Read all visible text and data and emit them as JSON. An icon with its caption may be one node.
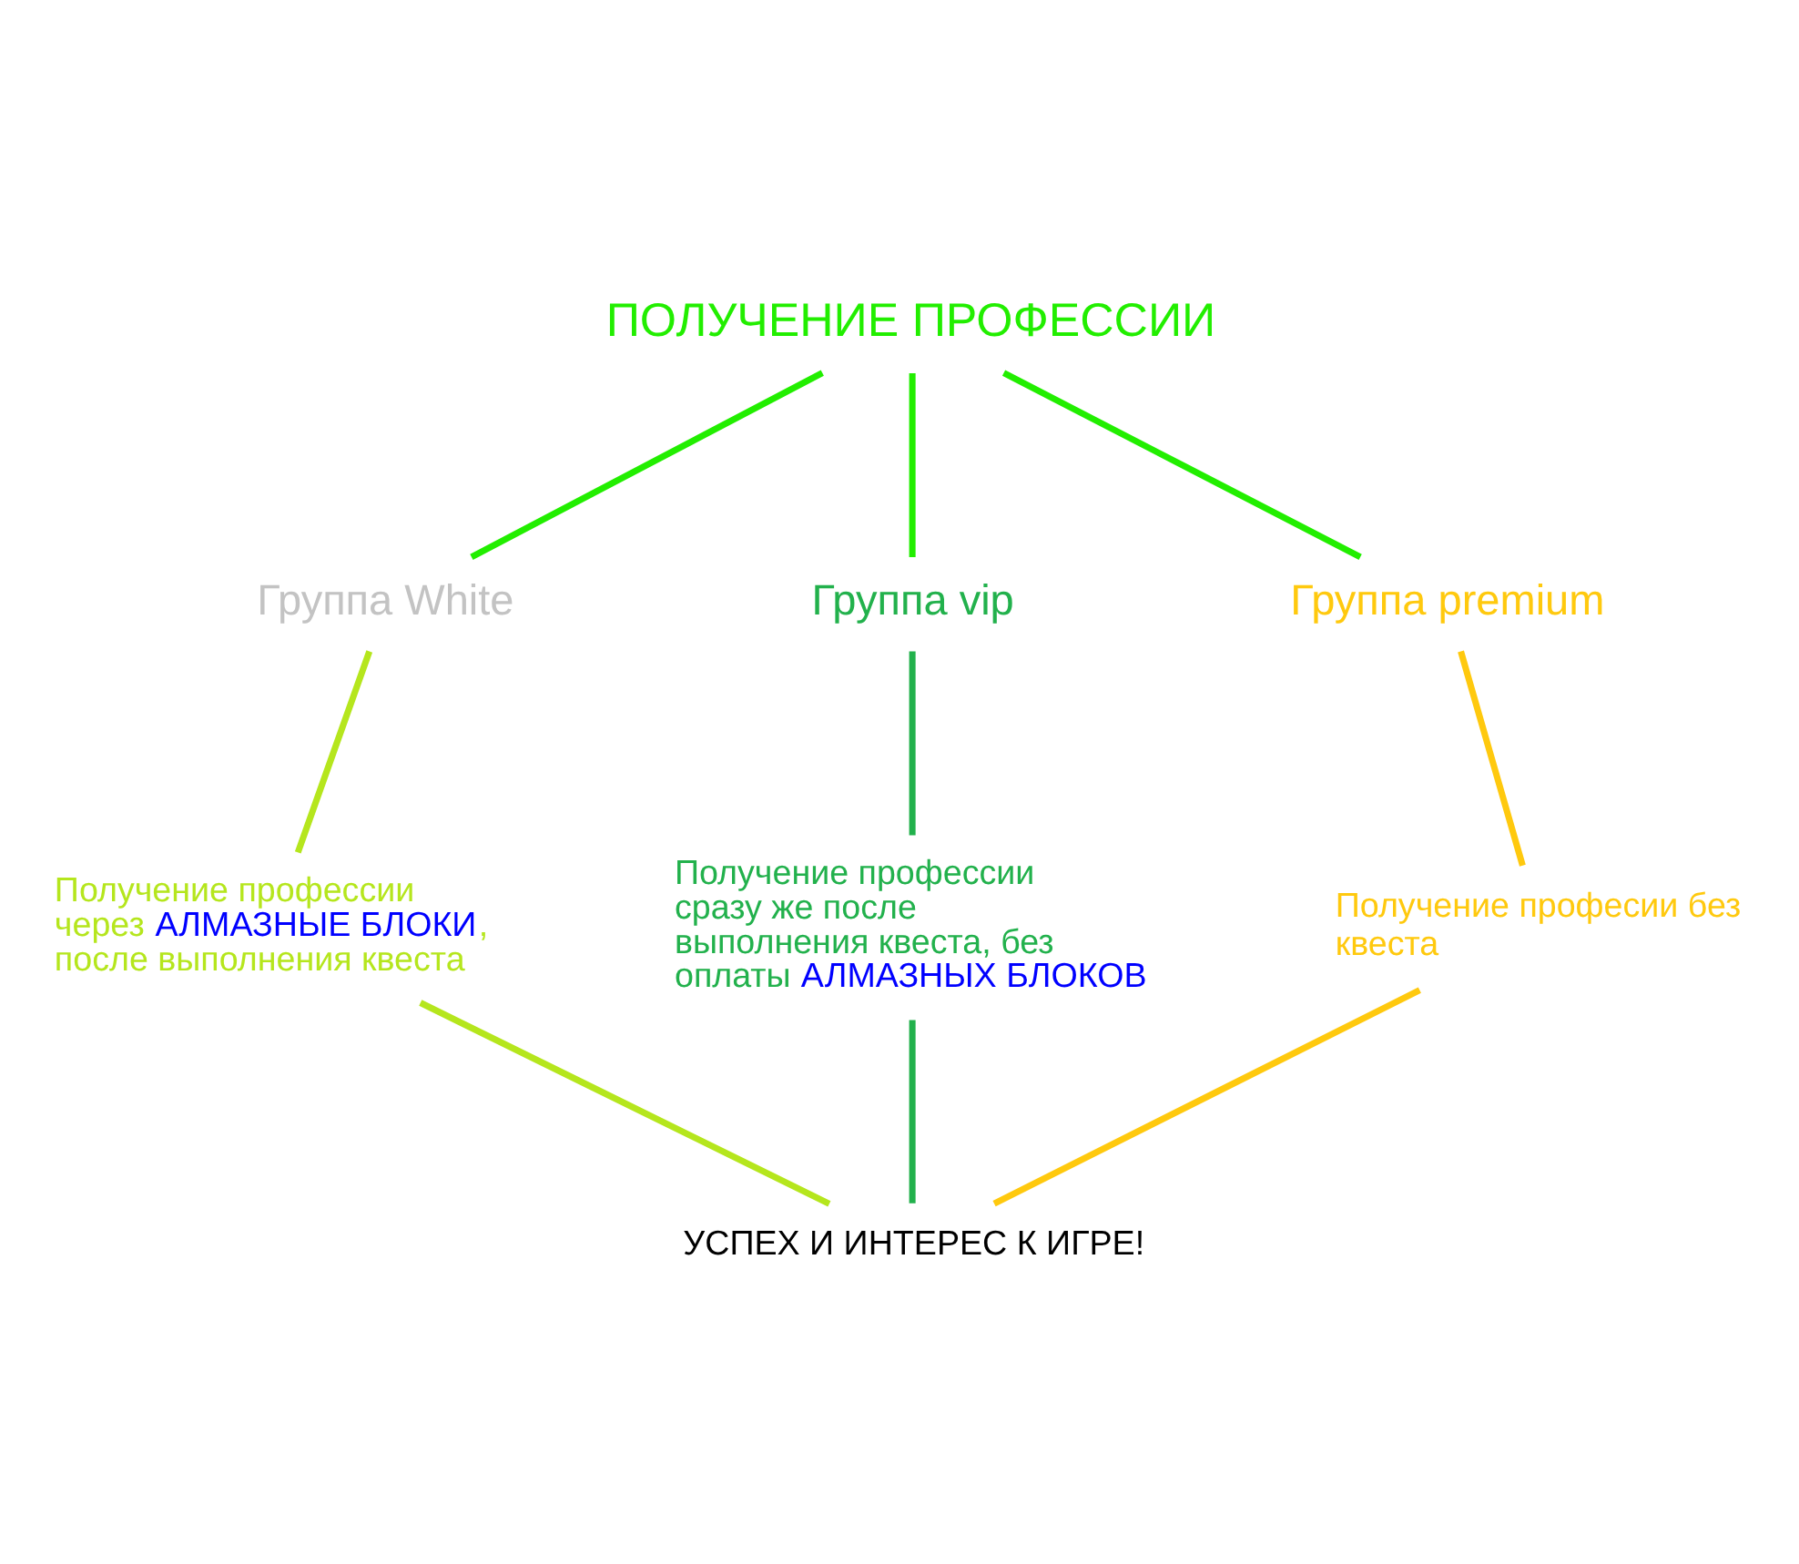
{
  "diagram": {
    "nodes": [
      {
        "text": [
          "ПОЛУЧЕНИЕ ПРОФЕССИИ"
        ]
      },
      {
        "text": [
          "Группа White"
        ]
      },
      {
        "text": [
          "Группа vip"
        ]
      },
      {
        "text": [
          "Группа premium"
        ]
      },
      {
        "text": [
          "Получение профессии через **АЛМАЗНЫЕ БЛОКИ**, после выполнения квеста"
        ]
      },
      {
        "text": [
          "Получение профессии сразу же после выполнения квеста, без оплаты **АЛМАЗНЫХ БЛОКОВ**"
        ]
      },
      {
        "text": [
          "Получение професии без квеста"
        ]
      },
      {
        "text": [
          "УСПЕХ И ИНТЕРЕС К ИГРЕ!"
        ]
      }
    ],
    "edges": [
      {
        "from": 0,
        "to": 1,
        "arrow": "none",
        "color": "#22ee00"
      },
      {
        "from": 0,
        "to": 2,
        "arrow": "none",
        "color": "#22ee00"
      },
      {
        "from": 0,
        "to": 3,
        "arrow": "none",
        "color": "#22ee00"
      },
      {
        "from": 1,
        "to": 4,
        "arrow": "none",
        "color": "#b5e61d"
      },
      {
        "from": 2,
        "to": 5,
        "arrow": "none",
        "color": "#22b14c"
      },
      {
        "from": 3,
        "to": 6,
        "arrow": "none",
        "color": "#ffc90e"
      },
      {
        "from": 4,
        "to": 7,
        "arrow": "none",
        "color": "#b5e61d"
      },
      {
        "from": 5,
        "to": 7,
        "arrow": "none",
        "color": "#22b14c"
      },
      {
        "from": 6,
        "to": 7,
        "arrow": "none",
        "color": "#ffc90e"
      }
    ]
  }
}
